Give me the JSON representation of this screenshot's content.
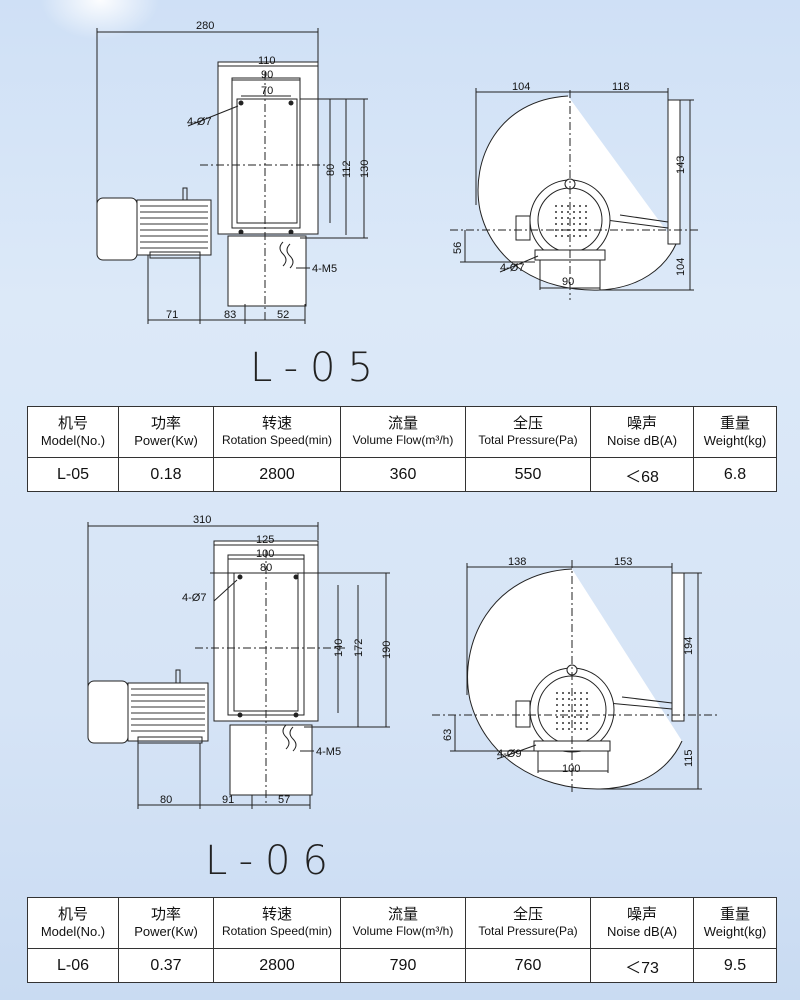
{
  "table_headers": [
    {
      "cn": "机号",
      "en": "Model(No.)"
    },
    {
      "cn": "功率",
      "en": "Power(Kw)"
    },
    {
      "cn": "转速",
      "en": "Rotation Speed(min)"
    },
    {
      "cn": "流量",
      "en": "Volume Flow(m³/h)"
    },
    {
      "cn": "全压",
      "en": "Total Pressure(Pa)"
    },
    {
      "cn": "噪声",
      "en": "Noise  dB(A)"
    },
    {
      "cn": "重量",
      "en": "Weight(kg)"
    }
  ],
  "models": [
    {
      "label": "L-05",
      "front_dims": {
        "overall": "280",
        "flange_outer": "110",
        "flange_mid": "90",
        "flange_inner": "70",
        "holes": "4-Ø7",
        "h1": "80",
        "h2": "112",
        "h3": "130",
        "bolts": "4-M5",
        "base_a": "71",
        "base_b": "83",
        "base_c": "52"
      },
      "side_dims": {
        "left": "104",
        "right": "118",
        "height_top": "143",
        "height_bottom": "104",
        "axis_h": "56",
        "holes": "4-Ø7",
        "base_w": "90"
      },
      "row": [
        "L-05",
        "0.18",
        "2800",
        "360",
        "550",
        "＜68",
        "6.8"
      ]
    },
    {
      "label": "L-06",
      "front_dims": {
        "overall": "310",
        "flange_outer": "125",
        "flange_mid": "100",
        "flange_inner": "80",
        "holes": "4-Ø7",
        "h1": "140",
        "h2": "172",
        "h3": "190",
        "bolts": "4-M5",
        "base_a": "80",
        "base_b": "91",
        "base_c": "57"
      },
      "side_dims": {
        "left": "138",
        "right": "153",
        "height_top": "194",
        "height_bottom": "115",
        "axis_h": "63",
        "holes": "4-Ø9",
        "base_w": "100"
      },
      "row": [
        "L-06",
        "0.37",
        "2800",
        "790",
        "760",
        "＜73",
        "9.5"
      ]
    }
  ]
}
